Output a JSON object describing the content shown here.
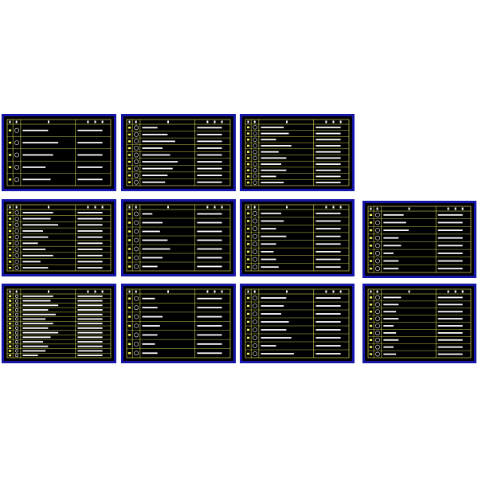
{
  "sheets": [
    {
      "id": "sheet-1",
      "rows": [
        {
          "w": 0.5
        },
        {
          "w": 0.7
        },
        {
          "w": 0.6
        },
        {
          "w": 0.45
        },
        {
          "w": 0.55
        }
      ]
    },
    {
      "id": "sheet-2",
      "rows": [
        {
          "w": 0.3
        },
        {
          "w": 0.5
        },
        {
          "w": 0.65
        },
        {
          "w": 0.4
        },
        {
          "w": 0.55
        },
        {
          "w": 0.7
        },
        {
          "w": 0.6
        },
        {
          "w": 0.5
        },
        {
          "w": 0.45
        }
      ]
    },
    {
      "id": "sheet-3",
      "rows": [
        {
          "w": 0.45
        },
        {
          "w": 0.55
        },
        {
          "w": 0.3
        },
        {
          "w": 0.6
        },
        {
          "w": 0.35
        },
        {
          "w": 0.5
        },
        {
          "w": 0.4
        },
        {
          "w": 0.5
        },
        {
          "w": 0.3
        },
        {
          "w": 0.45
        }
      ]
    },
    {
      "id": "sheet-4",
      "rows": [
        {
          "w": 0.6
        },
        {
          "w": 0.55
        },
        {
          "w": 0.7
        },
        {
          "w": 0.4
        },
        {
          "w": 0.5
        },
        {
          "w": 0.3
        },
        {
          "w": 0.45
        },
        {
          "w": 0.6
        },
        {
          "w": 0.35
        },
        {
          "w": 0.5
        }
      ]
    },
    {
      "id": "sheet-5",
      "rows": [
        {
          "w": 0.2
        },
        {
          "w": 0.4
        },
        {
          "w": 0.35
        },
        {
          "w": 0.5
        },
        {
          "w": 0.55
        },
        {
          "w": 0.4
        },
        {
          "w": 0.3
        }
      ]
    },
    {
      "id": "sheet-6",
      "rows": [
        {
          "w": 0.4
        },
        {
          "w": 0.45
        },
        {
          "w": 0.3
        },
        {
          "w": 0.5
        },
        {
          "w": 0.3
        },
        {
          "w": 0.25
        },
        {
          "w": 0.3
        },
        {
          "w": 0.35
        }
      ]
    },
    {
      "id": "sheet-7",
      "rows": [
        {
          "w": 0.4
        },
        {
          "w": 0.45
        },
        {
          "w": 0.5
        },
        {
          "w": 0.3
        },
        {
          "w": 0.35
        },
        {
          "w": 0.2
        },
        {
          "w": 0.3
        },
        {
          "w": 0.3
        }
      ]
    },
    {
      "id": "sheet-8",
      "rows": [
        {
          "w": 0.6
        },
        {
          "w": 0.55
        },
        {
          "w": 0.7
        },
        {
          "w": 0.5
        },
        {
          "w": 0.65
        },
        {
          "w": 0.45
        },
        {
          "w": 0.6
        },
        {
          "w": 0.5
        },
        {
          "w": 0.7
        },
        {
          "w": 0.55
        },
        {
          "w": 0.4
        },
        {
          "w": 0.5
        },
        {
          "w": 0.45
        },
        {
          "w": 0.3
        }
      ]
    },
    {
      "id": "sheet-9",
      "rows": [
        {
          "w": 0.25
        },
        {
          "w": 0.3
        },
        {
          "w": 0.4
        },
        {
          "w": 0.35
        },
        {
          "w": 0.3
        },
        {
          "w": 0.25
        },
        {
          "w": 0.3
        }
      ]
    },
    {
      "id": "sheet-10",
      "rows": [
        {
          "w": 0.5
        },
        {
          "w": 0.45
        },
        {
          "w": 0.4
        },
        {
          "w": 0.55
        },
        {
          "w": 0.5
        },
        {
          "w": 0.6
        },
        {
          "w": 0.3
        },
        {
          "w": 0.65
        }
      ]
    },
    {
      "id": "sheet-11",
      "rows": [
        {
          "w": 0.35
        },
        {
          "w": 0.3
        },
        {
          "w": 0.25
        },
        {
          "w": 0.3
        },
        {
          "w": 0.2
        },
        {
          "w": 0.25
        },
        {
          "w": 0.3
        },
        {
          "w": 0.2
        },
        {
          "w": 0.25
        }
      ]
    }
  ],
  "colors": {
    "background": "#ffffff",
    "frame": "#1515a8",
    "paper": "#000000",
    "line": "#ffff66",
    "text": "#ffffff"
  }
}
